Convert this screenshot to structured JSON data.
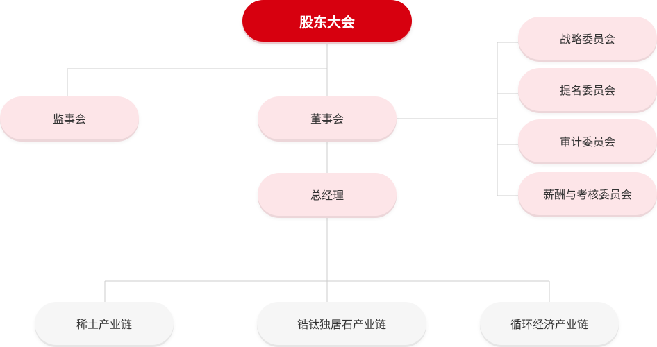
{
  "colors": {
    "primary": "#d7000f",
    "pink_node": "#fde5e8",
    "gray_node": "#f6f6f6",
    "line": "#cccccc"
  },
  "nodes": {
    "gudong": "股东大会",
    "jianshi": "监事会",
    "dongshi": "董事会",
    "zongjingli": "总经理",
    "committees": [
      "战略委员会",
      "提名委员会",
      "审计委员会",
      "薪酬与考核委员会"
    ],
    "industries": [
      "稀土产业链",
      "锆钛独居石产业链",
      "循环经济产业链"
    ]
  }
}
